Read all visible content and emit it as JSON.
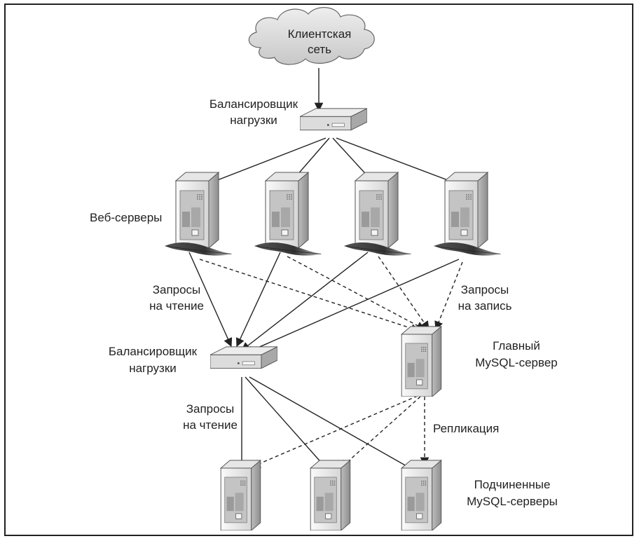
{
  "labels": {
    "client_network": [
      "Клиентская",
      "сеть"
    ],
    "top_balancer": [
      "Балансировщик",
      "нагрузки"
    ],
    "web_servers": "Веб-серверы",
    "read_requests_top": [
      "Запросы",
      "на чтение"
    ],
    "write_requests": [
      "Запросы",
      "на запись"
    ],
    "mid_balancer": [
      "Балансировщик",
      "нагрузки"
    ],
    "master": [
      "Главный",
      "MySQL-сервер"
    ],
    "read_requests_bottom": [
      "Запросы",
      "на чтение"
    ],
    "replication": "Репликация",
    "slaves": [
      "Подчиненные",
      "MySQL-серверы"
    ]
  },
  "icons": {
    "cloud": "cloud-icon",
    "balancer": "load-balancer-icon",
    "server": "server-tower-icon",
    "feather": "apache-feather-icon"
  },
  "colors": {
    "line": "#222222",
    "cloud_fill": "#d9d9d9",
    "server_light": "#f2f2f2",
    "server_dark": "#9a9a9a"
  }
}
